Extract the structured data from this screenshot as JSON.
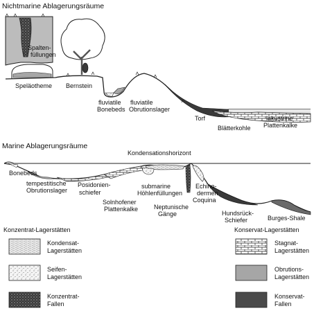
{
  "top_section": {
    "title": "Nichtmarine Ablagerungsräume",
    "labels": {
      "spalten": [
        "Spalten-",
        "füllungen"
      ],
      "speleo": "Speläotheme",
      "bernstein": "Bernstein",
      "fluv_bone": [
        "fluviatile",
        "Bonebeds"
      ],
      "fluv_obr": [
        "fluviatile",
        "Obrutionslager"
      ],
      "torf": "Torf",
      "blaetter": "Blätterkohle",
      "lakustrine": [
        "lakustrine",
        "Plattenkalke"
      ]
    }
  },
  "bottom_section": {
    "title": "Marine Ablagerungsräume",
    "labels": {
      "kondens": "Kondensationshorizont",
      "bonebeds": "Bonebeds",
      "tempest": [
        "tempestitische",
        "Obrutionslager"
      ],
      "posid": [
        "Posidonien-",
        "schiefer"
      ],
      "solnh": [
        "Solnhofener",
        "Plattenkalke"
      ],
      "submarine": [
        "submarine",
        "Höhlenfüllungen"
      ],
      "neptun": [
        "Neptunische",
        "Gänge"
      ],
      "echino": [
        "Echino-",
        "dermen",
        "Coquina"
      ],
      "hunds": [
        "Hundsrück-",
        "Schiefer"
      ],
      "burgess": "Burges-Shale"
    }
  },
  "legend": {
    "left_title": "Konzentrat-Lagerstätten",
    "right_title": "Konservat-Lagerstätten",
    "left_items": [
      {
        "lines": [
          "Kondensat-",
          "Lagerstätten"
        ],
        "pattern": "hatch-light"
      },
      {
        "lines": [
          "Seifen-",
          "Lagerstätten"
        ],
        "pattern": "sparse-dots"
      },
      {
        "lines": [
          "Konzentrat-",
          "Fallen"
        ],
        "pattern": "dense-dots"
      }
    ],
    "right_items": [
      {
        "lines": [
          "Stagnat-",
          "Lagerstätten"
        ],
        "pattern": "bricks"
      },
      {
        "lines": [
          "Obrutions-",
          "Lagerstätten"
        ],
        "pattern": "medium-gray",
        "color": "#a6a6a6"
      },
      {
        "lines": [
          "Konservat-",
          "Fallen"
        ],
        "pattern": "dark-gray",
        "color": "#4a4a4a"
      }
    ]
  }
}
